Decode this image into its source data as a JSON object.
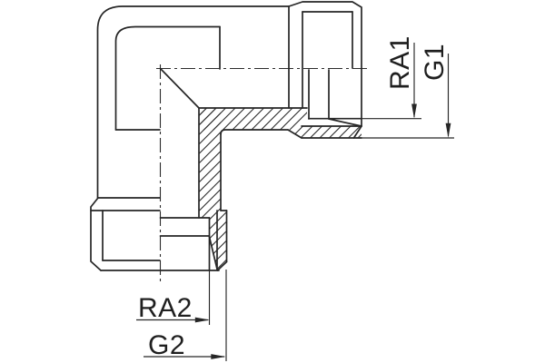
{
  "drawing": {
    "type": "technical-drawing",
    "subject": "90-degree elbow pipe fitting, half-section view with hatched walls",
    "colors": {
      "line": "#262626",
      "background": "#ffffff"
    },
    "dimensions": {
      "ra1_label": "RA1",
      "g1_label": "G1",
      "ra2_label": "RA2",
      "g2_label": "G2"
    }
  }
}
